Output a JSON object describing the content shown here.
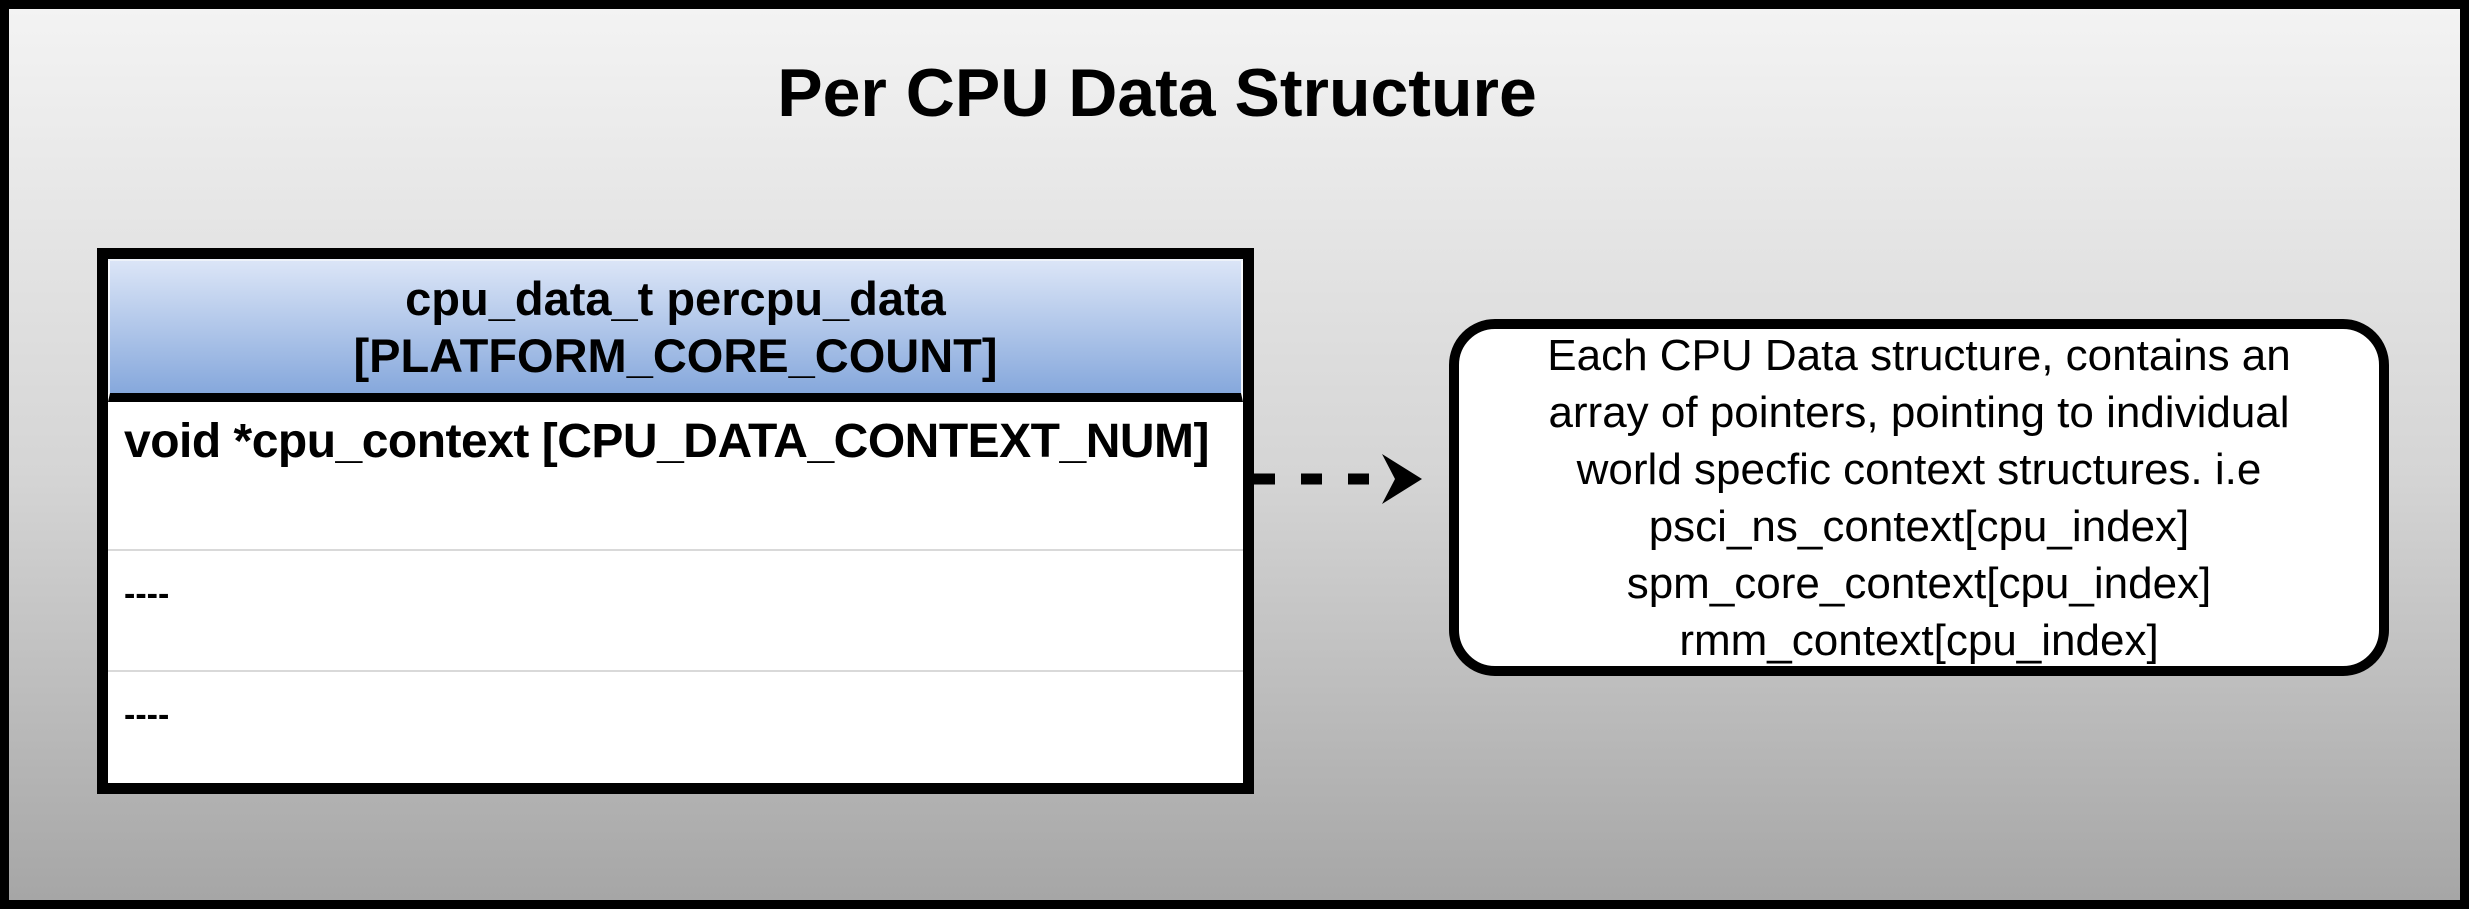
{
  "title": "Per CPU Data Structure",
  "table": {
    "header": {
      "line1": "cpu_data_t percpu_data",
      "line2": "[PLATFORM_CORE_COUNT]"
    },
    "rows": [
      {
        "text": "void *cpu_context [CPU_DATA_CONTEXT_NUM]"
      },
      {
        "text": "----"
      },
      {
        "text": "----"
      }
    ]
  },
  "arrow": {
    "icon": "dashed-right-arrow"
  },
  "note": {
    "lines": [
      "Each CPU Data structure, contains an",
      "array of pointers, pointing to individual",
      "world specfic context structures. i.e",
      "psci_ns_context[cpu_index]",
      "spm_core_context[cpu_index]",
      "rmm_context[cpu_index]"
    ]
  },
  "colors": {
    "background_top": "#f3f3f3",
    "background_mid": "#d5d5d5",
    "background_bottom": "#a6a6a6",
    "frame_border": "#000000",
    "table_border": "#000000",
    "header_gradient_top": "#dbe5f7",
    "header_gradient_bottom": "#86a8dc",
    "row_divider": "#d9d9d9",
    "note_background": "#ffffff",
    "text_color": "#000000"
  }
}
